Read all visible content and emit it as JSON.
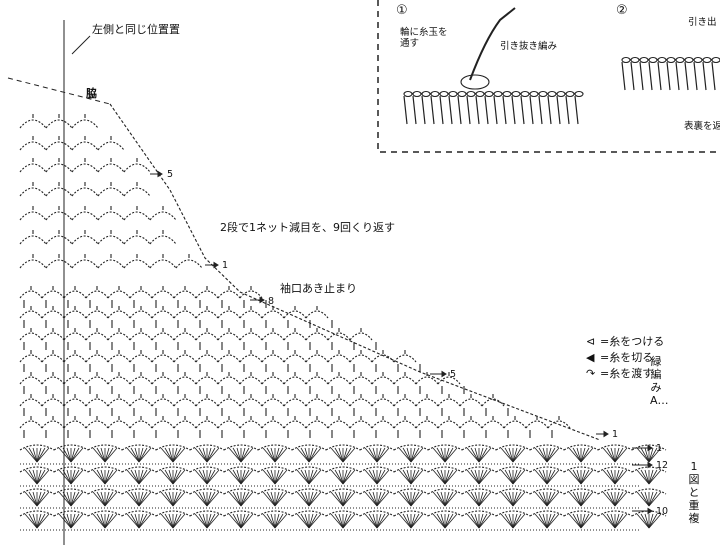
{
  "labels": {
    "same_as_left": "左側と同じ位置置",
    "side": "脇",
    "repeat_note": "2段で1ネット減目を、9回くり返す",
    "armhole_stop": "袖口あき止まり",
    "green_pattern": "緑編みA…",
    "overlap": "1図と重複"
  },
  "row_numbers": {
    "r5_top": "5",
    "r1_top": "1",
    "r8": "8",
    "r5_mid": "5",
    "r1_bottom": "1",
    "r12": "12",
    "r1_right": "1",
    "r10": "10"
  },
  "legend": {
    "attach": "=糸をつける",
    "cut": "=糸を切る",
    "carry": "=糸を渡す"
  },
  "inset": {
    "step1": "①",
    "step2": "②",
    "thread_through": "輪に糸玉を\n通す",
    "slip_stitch": "引き抜き編み",
    "pull_out": "引き出",
    "wrong_side": "表裏を返"
  }
}
